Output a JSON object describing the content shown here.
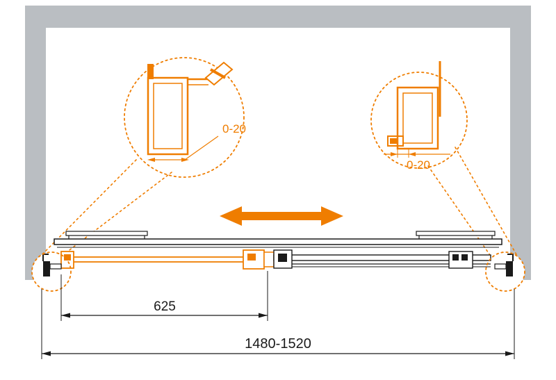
{
  "diagram": {
    "colors": {
      "accent": "#EF7D00",
      "wall": "#BABEC2",
      "line": "#1A1A1A",
      "bg": "#FFFFFF"
    },
    "icons": {
      "slide_direction": "double-horizontal-arrow"
    },
    "details": {
      "left": {
        "adjustment": "0-20"
      },
      "right": {
        "adjustment": "0-20"
      }
    },
    "dimensions": {
      "door_width": "625",
      "overall_width": "1480-1520"
    }
  }
}
